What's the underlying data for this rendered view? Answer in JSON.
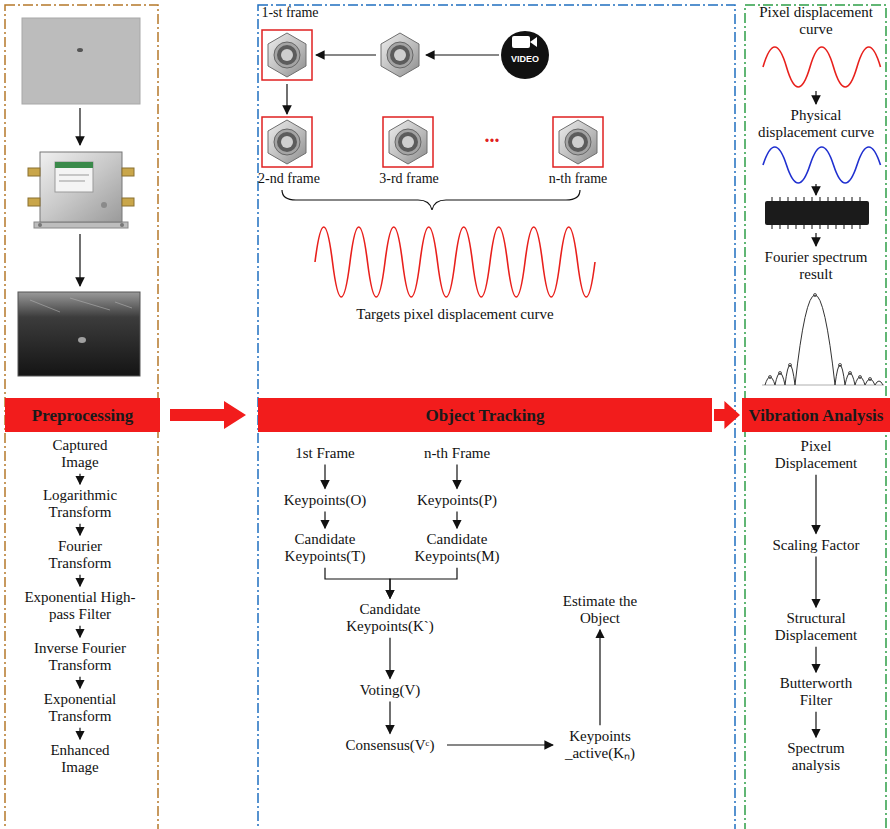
{
  "diagram": {
    "nodes": [
      {
        "text": [
          "Preprocessing"
        ]
      },
      {
        "text": [
          "Object Tracking"
        ]
      },
      {
        "text": [
          "Vibration Analysis"
        ]
      },
      {
        "text": [
          "Captured Image"
        ]
      },
      {
        "text": [
          "Logarithmic Transform"
        ]
      },
      {
        "text": [
          "Fourier Transform"
        ]
      },
      {
        "text": [
          "Exponential High-pass Filter"
        ]
      },
      {
        "text": [
          "Inverse Fourier Transform"
        ]
      },
      {
        "text": [
          "Exponential Transform"
        ]
      },
      {
        "text": [
          "Enhanced Image"
        ]
      },
      {
        "text": [
          "1st Frame"
        ]
      },
      {
        "text": [
          "n-th Frame"
        ]
      },
      {
        "text": [
          "Keypoints(O)"
        ]
      },
      {
        "text": [
          "Keypoints(P)"
        ]
      },
      {
        "text": [
          "Candidate Keypoints(T)"
        ]
      },
      {
        "text": [
          "Candidate Keypoints(M)"
        ]
      },
      {
        "text": [
          "Candidate Keypoints(K`)"
        ]
      },
      {
        "text": [
          "Voting(V)"
        ]
      },
      {
        "text": [
          "Consensus(Vᶜ)"
        ]
      },
      {
        "text": [
          "Keypoints _active(Kₙ)"
        ]
      },
      {
        "text": [
          "Estimate the Object"
        ]
      },
      {
        "text": [
          "Pixel Displacement"
        ]
      },
      {
        "text": [
          "Scaling Factor"
        ]
      },
      {
        "text": [
          "Structural Displacement"
        ]
      },
      {
        "text": [
          "Butterworth Filter"
        ]
      },
      {
        "text": [
          "Spectrum analysis"
        ]
      }
    ],
    "edges": [
      {
        "from": 0,
        "to": 1,
        "arrow": "to"
      },
      {
        "from": 1,
        "to": 2,
        "arrow": "to"
      },
      {
        "from": 3,
        "to": 4,
        "arrow": "to"
      },
      {
        "from": 4,
        "to": 5,
        "arrow": "to"
      },
      {
        "from": 5,
        "to": 6,
        "arrow": "to"
      },
      {
        "from": 6,
        "to": 7,
        "arrow": "to"
      },
      {
        "from": 7,
        "to": 8,
        "arrow": "to"
      },
      {
        "from": 8,
        "to": 9,
        "arrow": "to"
      },
      {
        "from": 10,
        "to": 12,
        "arrow": "to"
      },
      {
        "from": 12,
        "to": 14,
        "arrow": "to"
      },
      {
        "from": 11,
        "to": 13,
        "arrow": "to"
      },
      {
        "from": 13,
        "to": 15,
        "arrow": "to"
      },
      {
        "from": 14,
        "to": 16,
        "arrow": "to"
      },
      {
        "from": 15,
        "to": 16,
        "arrow": "to"
      },
      {
        "from": 16,
        "to": 17,
        "arrow": "to"
      },
      {
        "from": 17,
        "to": 18,
        "arrow": "to"
      },
      {
        "from": 18,
        "to": 19,
        "arrow": "to"
      },
      {
        "from": 19,
        "to": 20,
        "arrow": "to"
      },
      {
        "from": 21,
        "to": 22,
        "arrow": "to"
      },
      {
        "from": 22,
        "to": 23,
        "arrow": "to"
      },
      {
        "from": 23,
        "to": 24,
        "arrow": "to"
      },
      {
        "from": 24,
        "to": 25,
        "arrow": "to"
      }
    ],
    "labels": [
      "1-st frame",
      "VIDEO",
      "2-nd frame",
      "3-rd frame",
      "...",
      "n-th frame",
      "Targets pixel displacement curve",
      "Pixel displacement curve",
      "Physical displacement curve",
      "Fourier spectrum result"
    ]
  }
}
